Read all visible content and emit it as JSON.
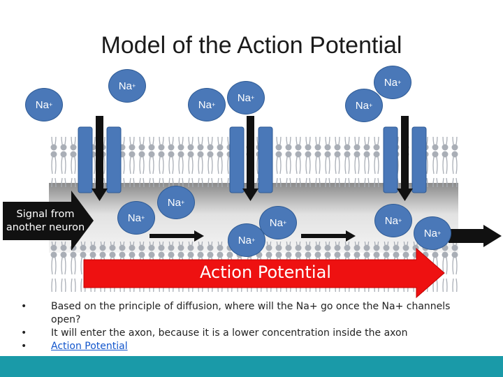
{
  "title": "Model of the Action Potential",
  "ion_label": "Na",
  "ion_charge": "+",
  "signal_label_line1": "Signal from",
  "signal_label_line2": "another neuron",
  "action_potential_label": "Action Potential",
  "notes": [
    "Based on the principle of diffusion, where will the Na+ go once the Na+ channels open?",
    "It will enter the axon, because it is a lower concentration inside the axon"
  ],
  "notes_link": "Action Potential",
  "colors": {
    "ion": "#4a78b8",
    "channel": "#4a78b8",
    "action_potential_arrow": "#ee1111",
    "footer": "#1a9aa8"
  }
}
